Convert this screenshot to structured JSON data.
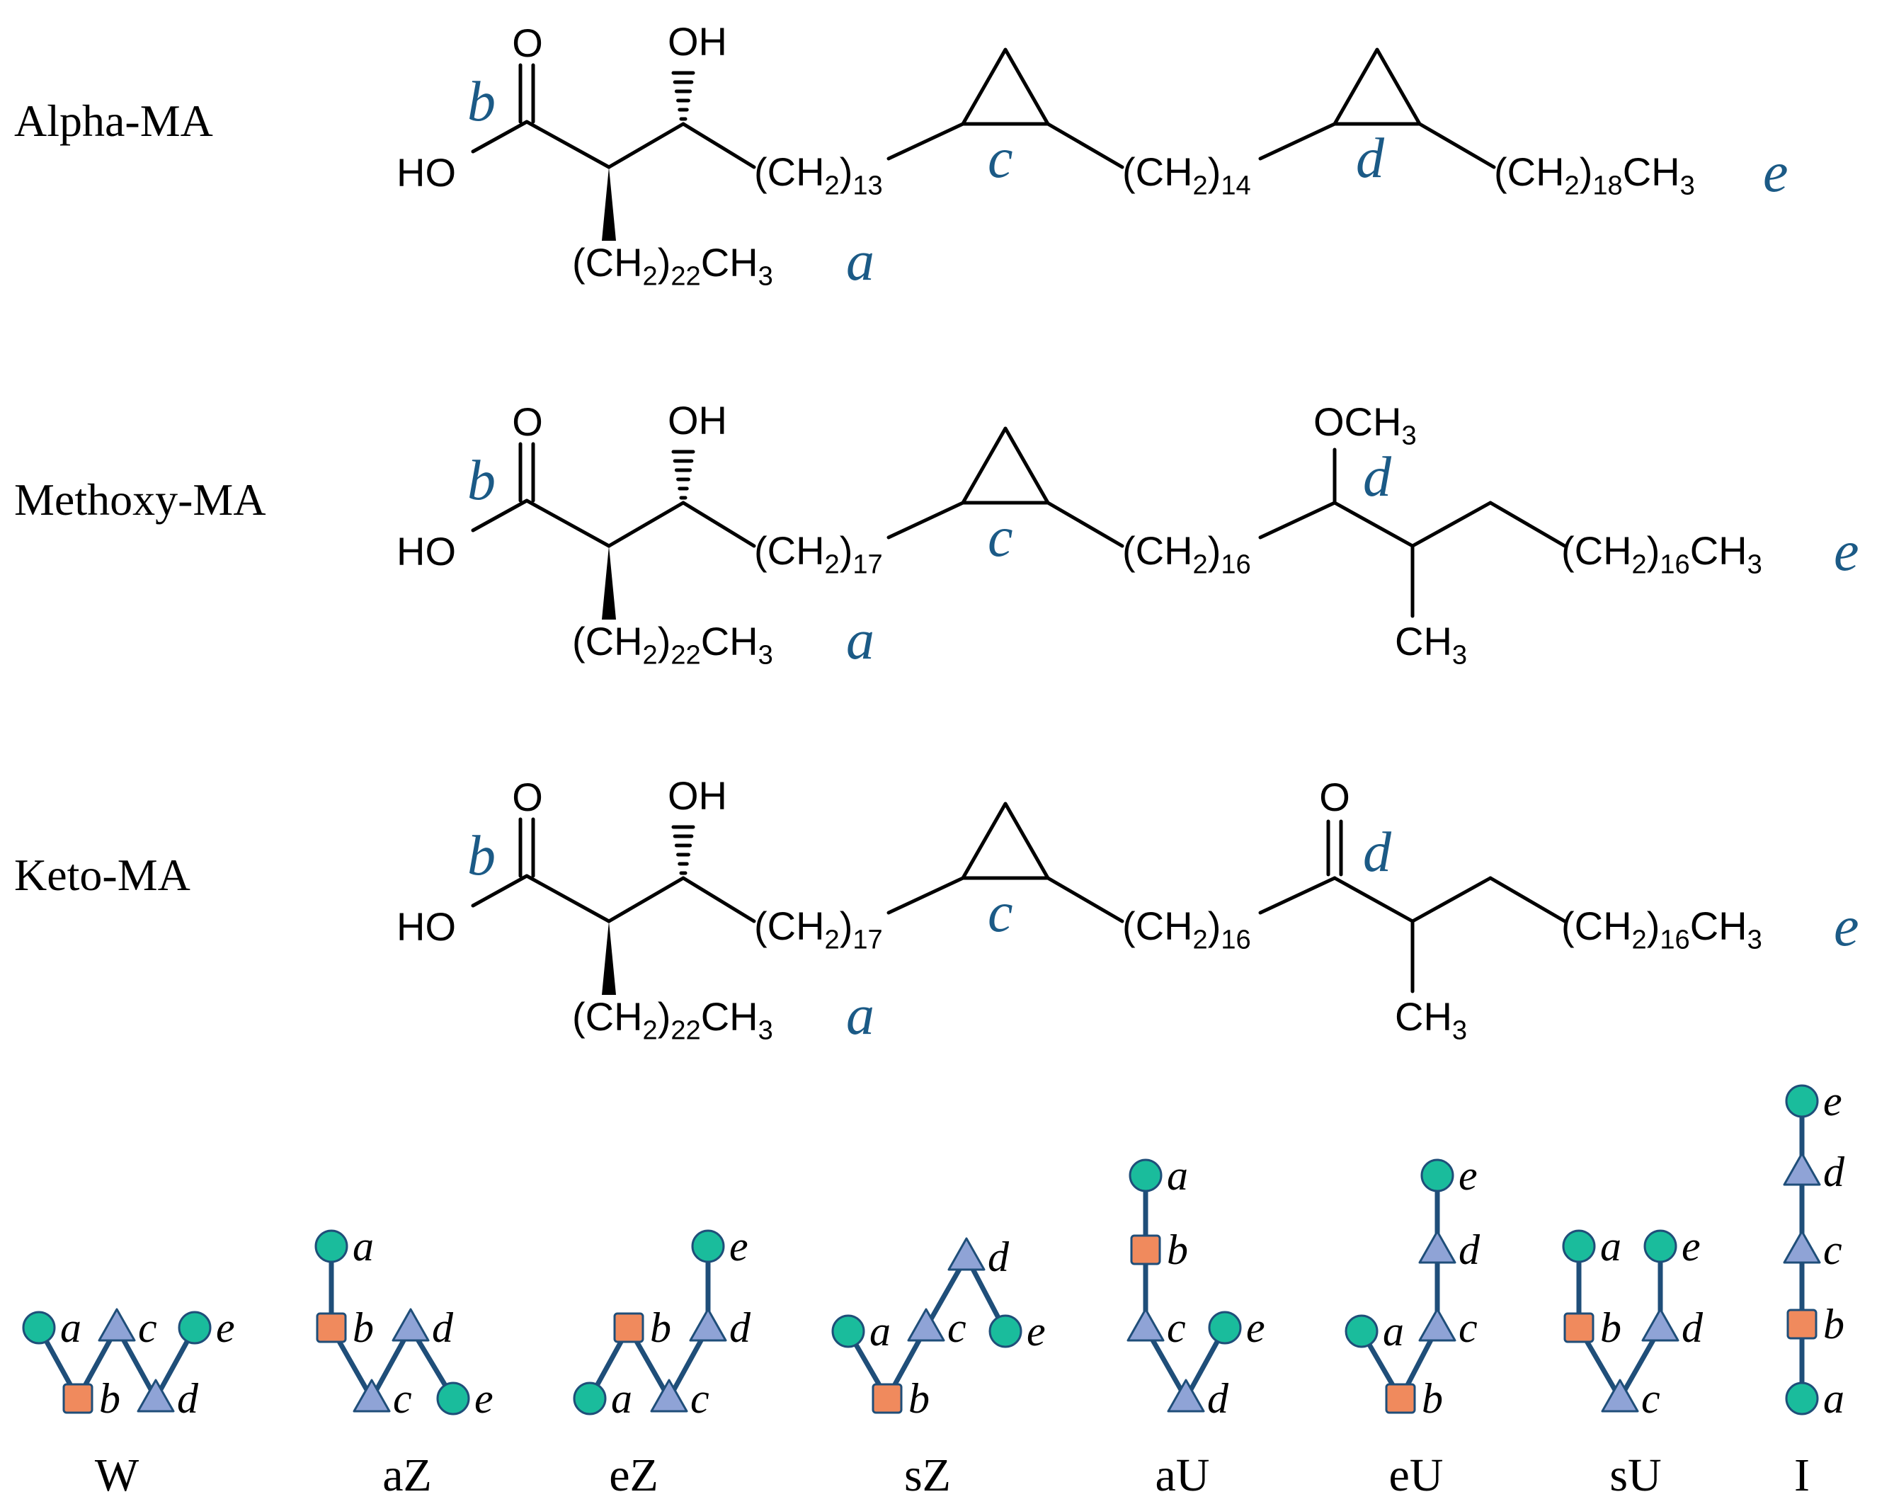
{
  "colors": {
    "label": "#1b5a86",
    "ring_node": "#1abc9c",
    "square_node": "#f08a5d",
    "triangle_node": "#8fa3d6",
    "edge": "#1f4e79",
    "node_outline": "#1f4e79"
  },
  "molecules": [
    {
      "name": "Alpha-MA",
      "oh": "OH",
      "ho": "HO",
      "carbonyl_o": "O",
      "alpha_chain": {
        "pre": "(CH",
        "sub": "2",
        "mid": ")",
        "count": "22",
        "post": "CH",
        "post_sub": "3"
      },
      "seg1_count": "13",
      "seg2_count": "14",
      "tail_count": "18",
      "labels": {
        "a": "a",
        "b": "b",
        "c": "c",
        "d": "d",
        "e": "e"
      }
    },
    {
      "name": "Methoxy-MA",
      "oh": "OH",
      "ho": "HO",
      "carbonyl_o": "O",
      "methoxy": "OCH",
      "methoxy_sub": "3",
      "methyl": "CH",
      "methyl_sub": "3",
      "alpha_chain": {
        "pre": "(CH",
        "sub": "2",
        "mid": ")",
        "count": "22",
        "post": "CH",
        "post_sub": "3"
      },
      "seg1_count": "17",
      "seg2_count": "16",
      "tail_count": "16",
      "labels": {
        "a": "a",
        "b": "b",
        "c": "c",
        "d": "d",
        "e": "e"
      }
    },
    {
      "name": "Keto-MA",
      "oh": "OH",
      "ho": "HO",
      "carbonyl_o": "O",
      "keto_o": "O",
      "methyl": "CH",
      "methyl_sub": "3",
      "alpha_chain": {
        "pre": "(CH",
        "sub": "2",
        "mid": ")",
        "count": "22",
        "post": "CH",
        "post_sub": "3"
      },
      "seg1_count": "17",
      "seg2_count": "16",
      "tail_count": "16",
      "labels": {
        "a": "a",
        "b": "b",
        "c": "c",
        "d": "d",
        "e": "e"
      }
    }
  ],
  "chain_text": {
    "ch": "(CH",
    "two": "2",
    "close": ")",
    "ch3": "CH",
    "three": "3"
  },
  "conformations": [
    {
      "name": "W",
      "nodes": [
        {
          "label": "a",
          "shape": "circle"
        },
        {
          "label": "b",
          "shape": "square"
        },
        {
          "label": "c",
          "shape": "triangle"
        },
        {
          "label": "d",
          "shape": "triangle"
        },
        {
          "label": "e",
          "shape": "circle"
        }
      ]
    },
    {
      "name": "aZ",
      "nodes": [
        {
          "label": "a",
          "shape": "circle"
        },
        {
          "label": "b",
          "shape": "square"
        },
        {
          "label": "c",
          "shape": "triangle"
        },
        {
          "label": "d",
          "shape": "triangle"
        },
        {
          "label": "e",
          "shape": "circle"
        }
      ]
    },
    {
      "name": "eZ",
      "nodes": [
        {
          "label": "a",
          "shape": "circle"
        },
        {
          "label": "b",
          "shape": "square"
        },
        {
          "label": "c",
          "shape": "triangle"
        },
        {
          "label": "d",
          "shape": "triangle"
        },
        {
          "label": "e",
          "shape": "circle"
        }
      ]
    },
    {
      "name": "sZ",
      "nodes": [
        {
          "label": "a",
          "shape": "circle"
        },
        {
          "label": "b",
          "shape": "square"
        },
        {
          "label": "c",
          "shape": "triangle"
        },
        {
          "label": "d",
          "shape": "triangle"
        },
        {
          "label": "e",
          "shape": "circle"
        }
      ]
    },
    {
      "name": "aU",
      "nodes": [
        {
          "label": "a",
          "shape": "circle"
        },
        {
          "label": "b",
          "shape": "square"
        },
        {
          "label": "c",
          "shape": "triangle"
        },
        {
          "label": "d",
          "shape": "triangle"
        },
        {
          "label": "e",
          "shape": "circle"
        }
      ]
    },
    {
      "name": "eU",
      "nodes": [
        {
          "label": "a",
          "shape": "circle"
        },
        {
          "label": "b",
          "shape": "square"
        },
        {
          "label": "c",
          "shape": "triangle"
        },
        {
          "label": "d",
          "shape": "triangle"
        },
        {
          "label": "e",
          "shape": "circle"
        }
      ]
    },
    {
      "name": "sU",
      "nodes": [
        {
          "label": "a",
          "shape": "circle"
        },
        {
          "label": "b",
          "shape": "square"
        },
        {
          "label": "c",
          "shape": "triangle"
        },
        {
          "label": "d",
          "shape": "triangle"
        },
        {
          "label": "e",
          "shape": "circle"
        }
      ]
    },
    {
      "name": "I",
      "nodes": [
        {
          "label": "a",
          "shape": "circle"
        },
        {
          "label": "b",
          "shape": "square"
        },
        {
          "label": "c",
          "shape": "triangle"
        },
        {
          "label": "d",
          "shape": "triangle"
        },
        {
          "label": "e",
          "shape": "circle"
        }
      ]
    }
  ]
}
